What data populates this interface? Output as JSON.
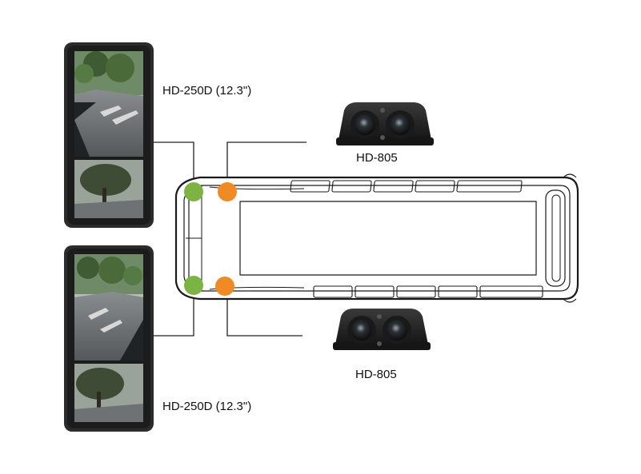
{
  "monitors": [
    {
      "model_label": "HD-250D (12.3\")",
      "icon": "rearview-mirror-monitor"
    },
    {
      "model_label": "HD-250D (12.3\")",
      "icon": "rearview-mirror-monitor"
    }
  ],
  "cameras": [
    {
      "model_label": "HD-805",
      "icon": "dual-lens-side-camera"
    },
    {
      "model_label": "HD-805",
      "icon": "dual-lens-side-camera"
    }
  ],
  "vehicle": {
    "icon": "bus-top-view"
  },
  "colors": {
    "monitor_connector": "#7cb342",
    "camera_connector": "#f08a24",
    "line": "#222222",
    "monitor_bezel": "#2b2b2b"
  }
}
